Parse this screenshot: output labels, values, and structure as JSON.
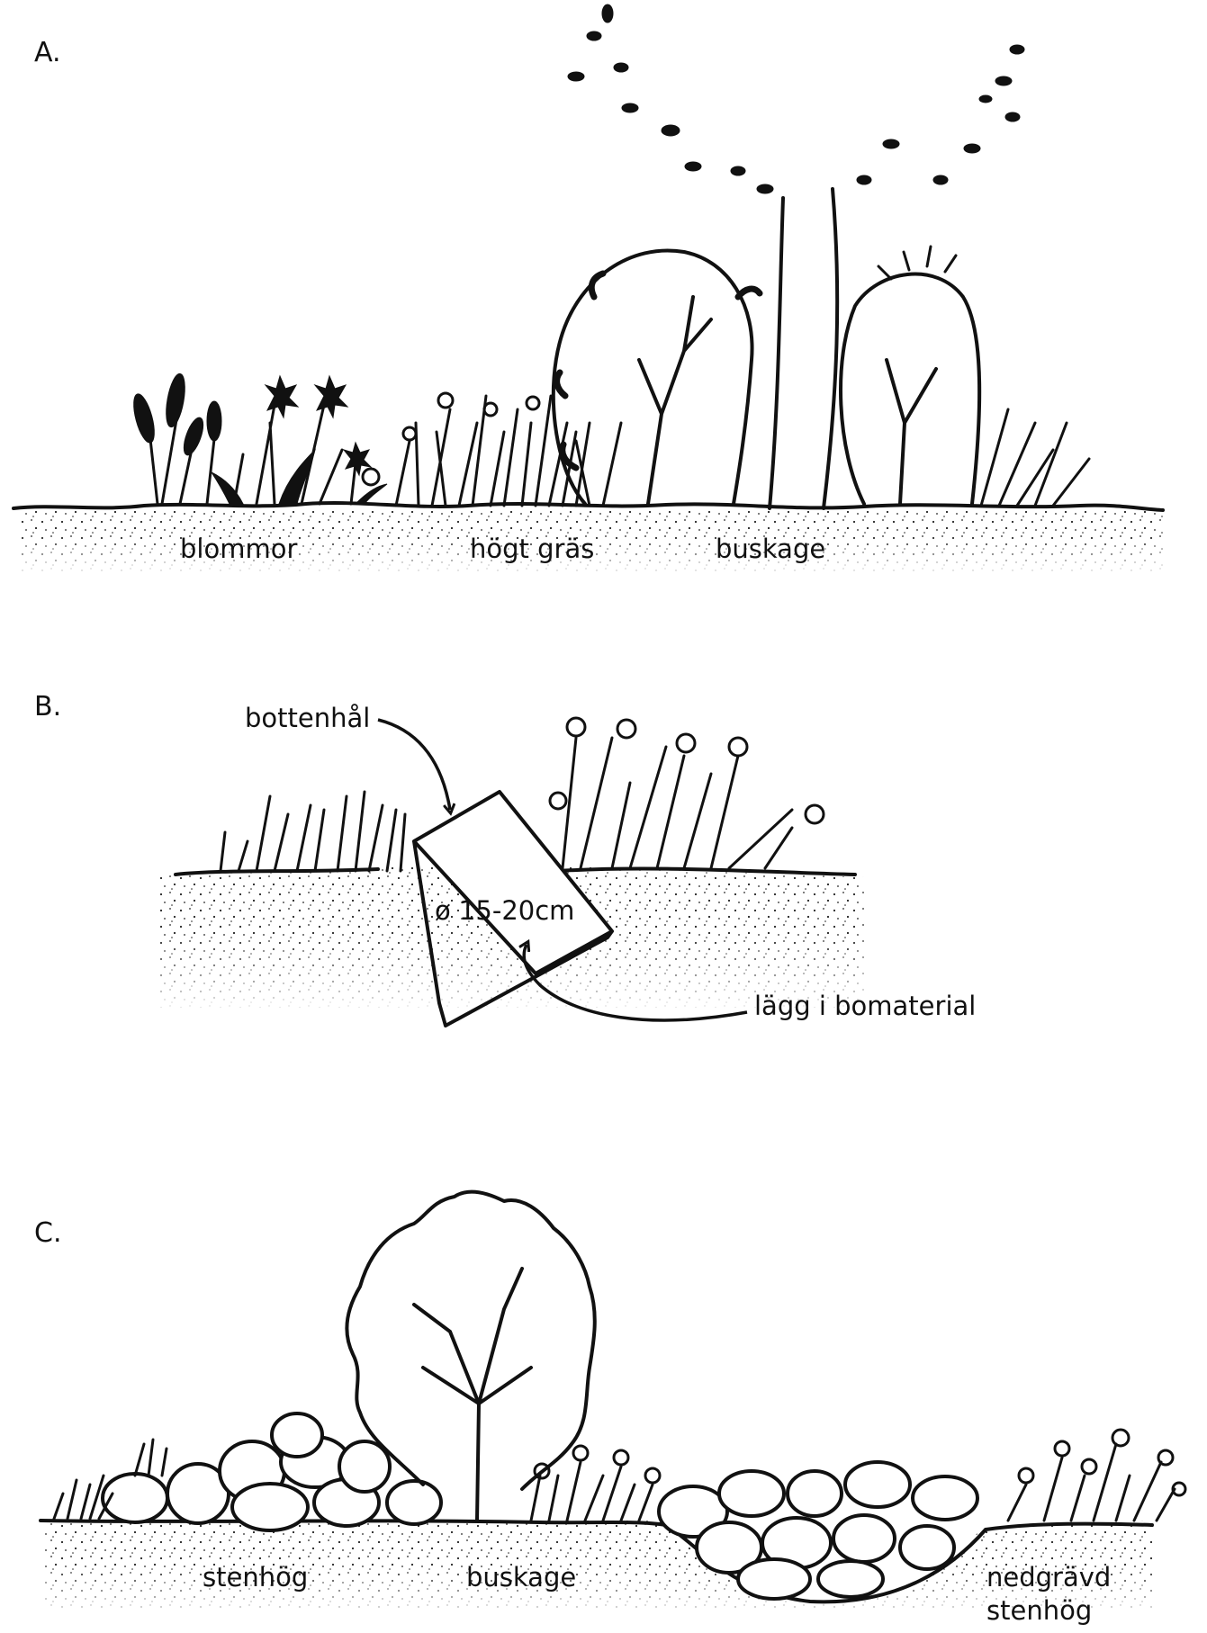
{
  "panels": {
    "a": {
      "label": "A.",
      "labels": {
        "flowers": "blommor",
        "tall_grass": "högt gräs",
        "shrubs": "buskage"
      }
    },
    "b": {
      "label": "B.",
      "labels": {
        "bottom_hole": "bottenhål",
        "diameter": "ø 15-20cm",
        "add_nesting": "lägg i bomaterial"
      }
    },
    "c": {
      "label": "C.",
      "labels": {
        "stone_pile": "stenhög",
        "shrubs": "buskage",
        "buried_line1": "nedgrävd",
        "buried_line2": "stenhög"
      }
    }
  }
}
